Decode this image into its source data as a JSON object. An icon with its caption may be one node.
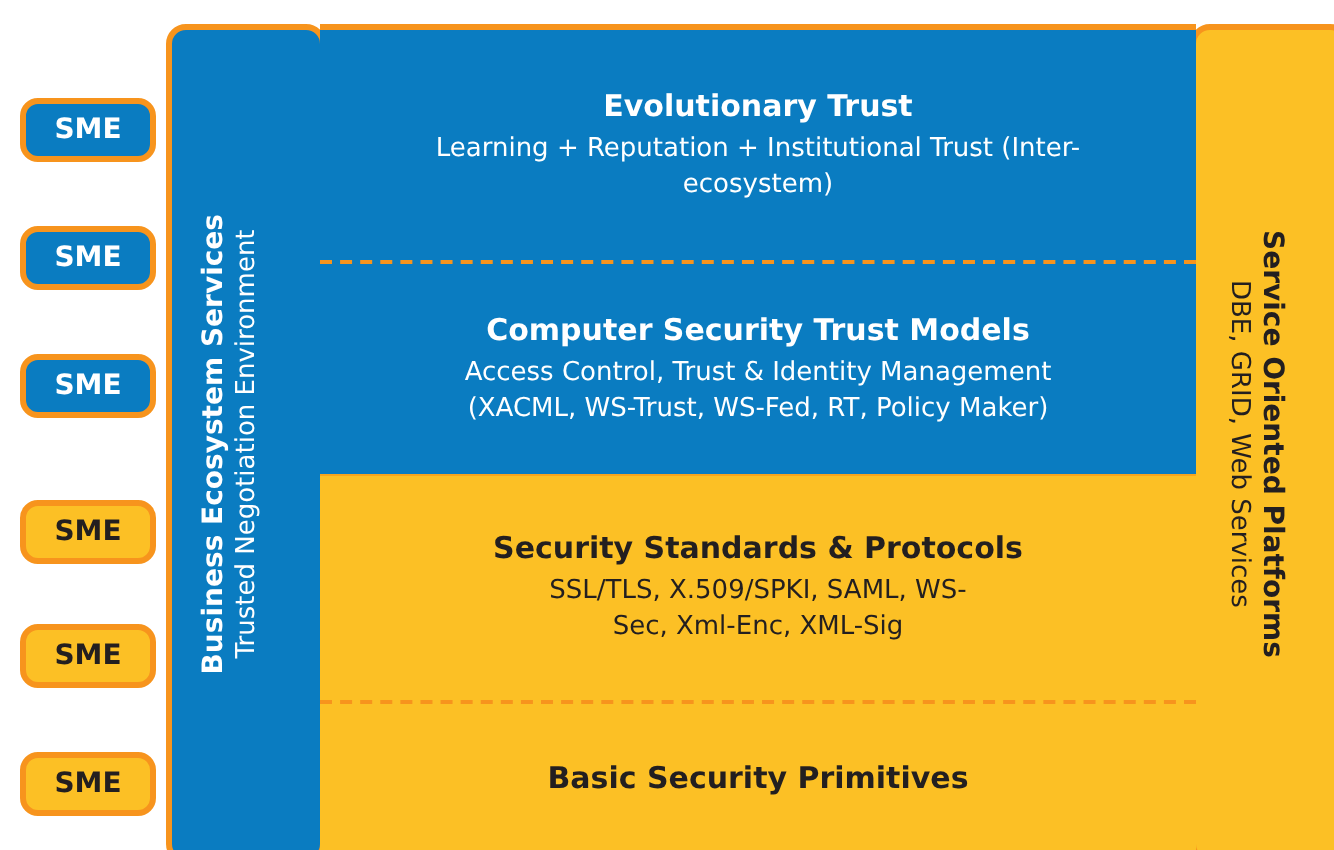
{
  "diagram": {
    "nodes": [
      {
        "text": [
          "SME"
        ]
      },
      {
        "text": [
          "SME"
        ]
      },
      {
        "text": [
          "SME"
        ]
      },
      {
        "text": [
          "SME"
        ]
      },
      {
        "text": [
          "SME"
        ]
      },
      {
        "text": [
          "SME"
        ]
      },
      {
        "text": [
          "Business Ecosystem Services",
          "Trusted Negotiation Environment"
        ]
      },
      {
        "text": [
          "Evolutionary Trust",
          "Learning + Reputation + Institutional Trust (Inter-ecosystem)"
        ]
      },
      {
        "text": [
          "Computer Security Trust Models",
          "Access Control, Trust & Identity Management (XACML, WS-Trust, WS-Fed, RT, Policy Maker)"
        ]
      },
      {
        "text": [
          "Security Standards & Protocols",
          "SSL/TLS, X.509/SPKI, SAML, WS-Sec, Xml-Enc, XML-Sig"
        ]
      },
      {
        "text": [
          "Basic Security Primitives"
        ]
      },
      {
        "text": [
          "Service Oriented Platforms",
          "DBE, GRID, Web Services"
        ]
      }
    ],
    "edges": []
  }
}
